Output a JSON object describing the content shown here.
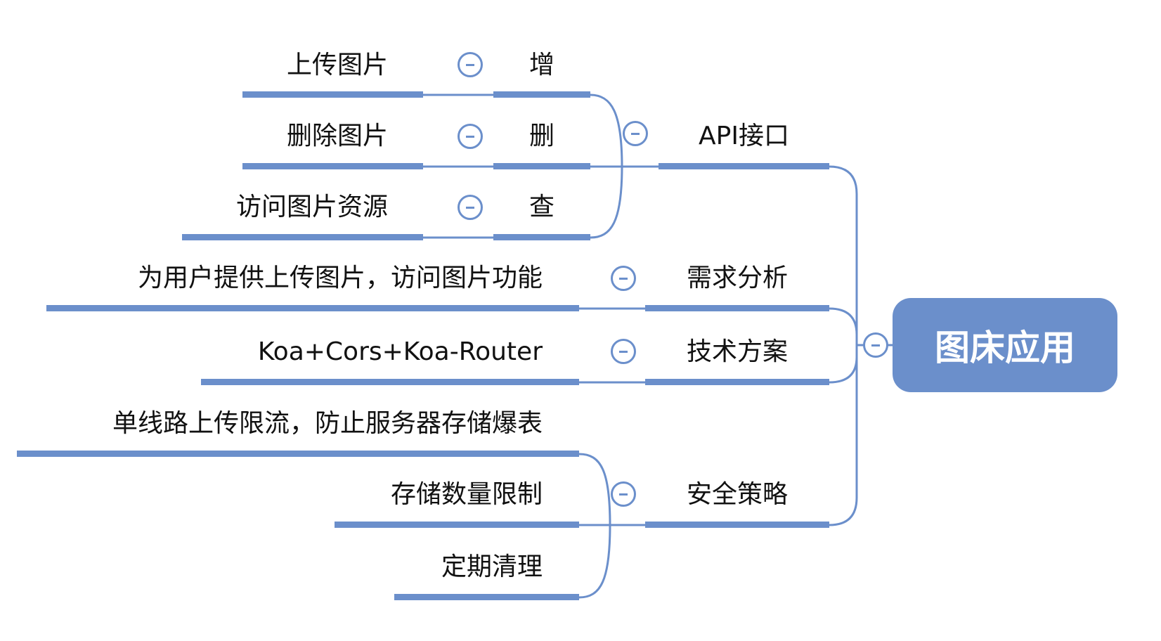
{
  "root": {
    "label": "图床应用"
  },
  "colors": {
    "accent": "#6b8fcb",
    "background": "#ffffff"
  },
  "branches": [
    {
      "label": "API接口",
      "children": [
        {
          "label": "增",
          "children": [
            {
              "label": "上传图片"
            }
          ]
        },
        {
          "label": "删",
          "children": [
            {
              "label": "删除图片"
            }
          ]
        },
        {
          "label": "查",
          "children": [
            {
              "label": "访问图片资源"
            }
          ]
        }
      ]
    },
    {
      "label": "需求分析",
      "children": [
        {
          "label": "为用户提供上传图片，访问图片功能"
        }
      ]
    },
    {
      "label": "技术方案",
      "children": [
        {
          "label": "Koa+Cors+Koa-Router"
        }
      ]
    },
    {
      "label": "安全策略",
      "children": [
        {
          "label": "单线路上传限流，防止服务器存储爆表"
        },
        {
          "label": "存储数量限制"
        },
        {
          "label": "定期清理"
        }
      ]
    }
  ],
  "icons": {
    "collapse": "minus-circle-icon"
  }
}
